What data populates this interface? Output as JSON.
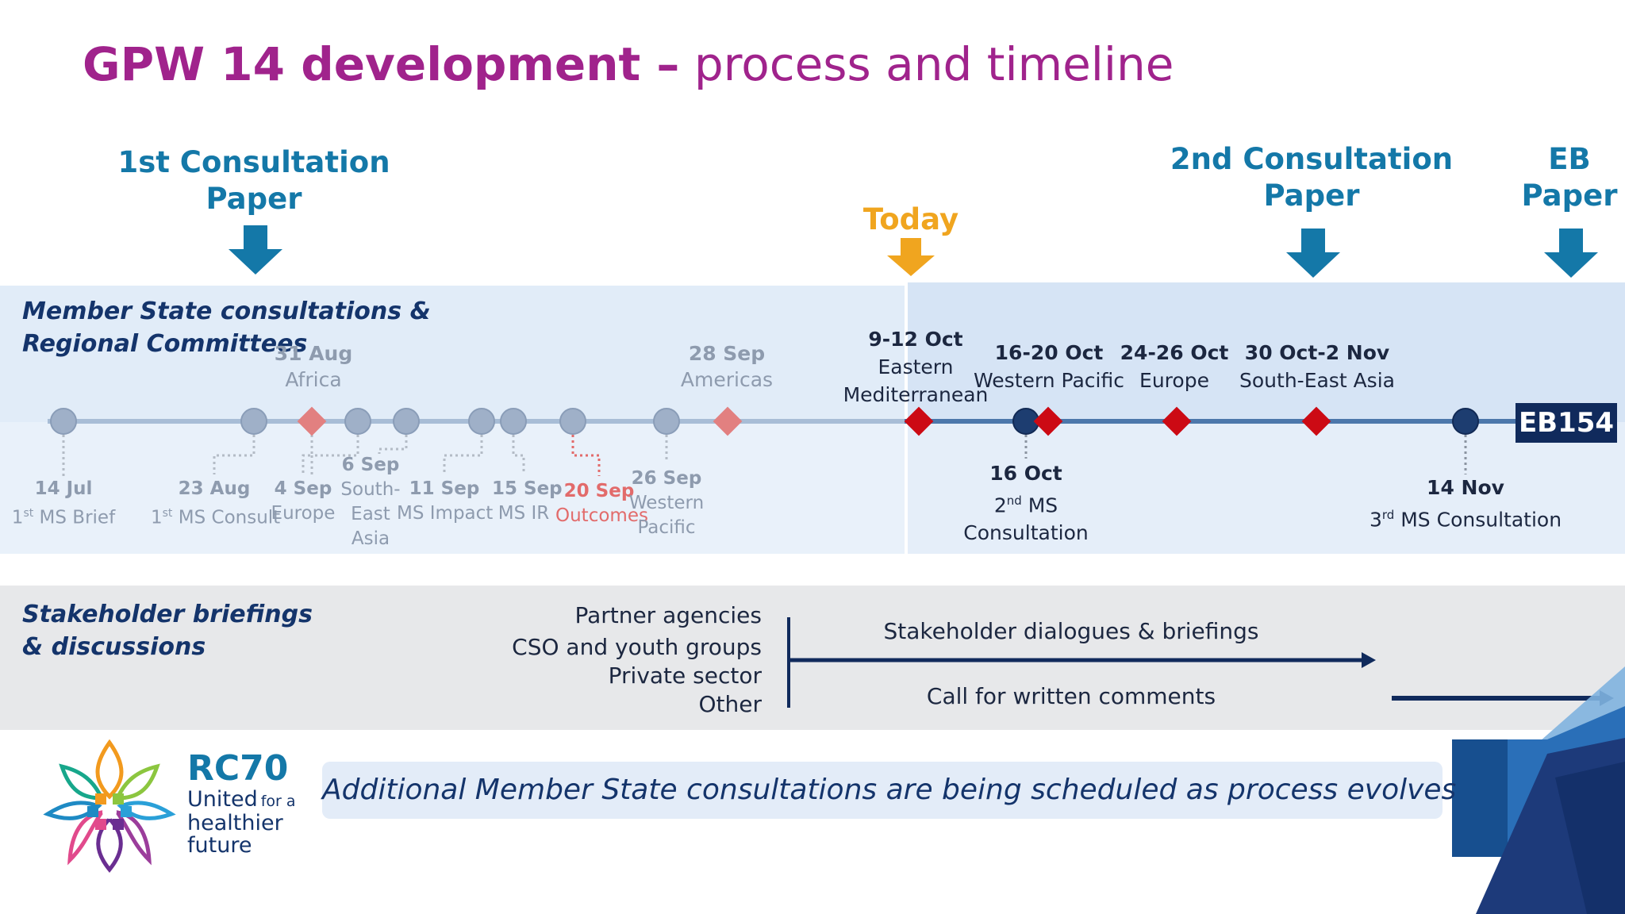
{
  "title": {
    "bold": "GPW 14 development –",
    "rest": " process and timeline"
  },
  "headers": {
    "first_paper": [
      "1st Consultation",
      "Paper"
    ],
    "today": "Today",
    "second_paper": [
      "2nd Consultation",
      "Paper"
    ],
    "eb_paper": [
      "EB",
      "Paper"
    ]
  },
  "ms_section": {
    "title_l1": "Member State consultations &",
    "title_l2": "Regional Committees"
  },
  "regional": [
    {
      "date": "31 Aug",
      "name": "Africa"
    },
    {
      "date": "28 Sep",
      "name": "Americas"
    },
    {
      "date": "9-12 Oct",
      "name": "Eastern",
      "name2": "Mediterranean"
    },
    {
      "date": "16-20 Oct",
      "name": "Western Pacific"
    },
    {
      "date": "24-26 Oct",
      "name": "Europe"
    },
    {
      "date": "30 Oct-2 Nov",
      "name": "South-East Asia"
    }
  ],
  "below": {
    "jul14": {
      "date": "14 Jul",
      "sup": "st",
      "pre": "1",
      "text": " MS Brief"
    },
    "aug23": {
      "date": "23 Aug",
      "sup": "st",
      "pre": "1",
      "text": " MS Consult"
    },
    "sep4": {
      "date": "4 Sep",
      "name": "Europe"
    },
    "sep6": {
      "date": "6 Sep",
      "l1": "South-",
      "l2": "East",
      "l3": "Asia"
    },
    "sep11": {
      "date": "11 Sep",
      "name": "MS Impact"
    },
    "sep15": {
      "date": "15 Sep",
      "name": "MS IR"
    },
    "sep20": {
      "date": "20 Sep",
      "name": "Outcomes"
    },
    "sep26": {
      "date": "26 Sep",
      "l1": "Western",
      "l2": "Pacific"
    },
    "oct16": {
      "date": "16 Oct",
      "pre": "2",
      "sup": "nd",
      "text": " MS",
      "l2": "Consultation"
    },
    "nov14": {
      "date": "14 Nov",
      "pre": "3",
      "sup": "rd",
      "text": " MS Consultation"
    }
  },
  "eb_box": "EB154",
  "stakeholder": {
    "title_l1": "Stakeholder briefings",
    "title_l2": "& discussions",
    "groups": [
      "Partner agencies",
      "CSO and youth groups",
      "Private sector",
      "Other"
    ],
    "dialogues": "Stakeholder dialogues & briefings",
    "comments": "Call for written comments"
  },
  "note": "Additional Member State consultations are being scheduled as process evolves",
  "logo": {
    "name": "RC70",
    "l1": "United",
    "l1b": "for a",
    "l2": "healthier",
    "l3": "future"
  },
  "colors": {
    "title": "#a0238c",
    "header_blue": "#1478a8",
    "today": "#f0a51f",
    "navy": "#102a5c",
    "red_diamond": "#cc0a14",
    "faded_diamond": "#e28080"
  }
}
